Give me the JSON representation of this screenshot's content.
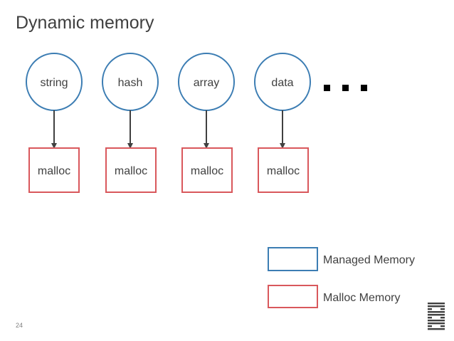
{
  "slide": {
    "title": "Dynamic memory",
    "page_number": "24"
  },
  "nodes": [
    {
      "label": "string",
      "box_label": "malloc"
    },
    {
      "label": "hash",
      "box_label": "malloc"
    },
    {
      "label": "array",
      "box_label": "malloc"
    },
    {
      "label": "data",
      "box_label": "malloc"
    }
  ],
  "legend": {
    "managed_label": "Managed Memory",
    "malloc_label": "Malloc Memory"
  },
  "colors": {
    "managed": "#3c7db3",
    "malloc": "#d9585c",
    "arrow": "#404040",
    "ellipsis": "#000000"
  },
  "logo": {
    "icon": "ibm-logo-icon",
    "text": "IBM"
  }
}
